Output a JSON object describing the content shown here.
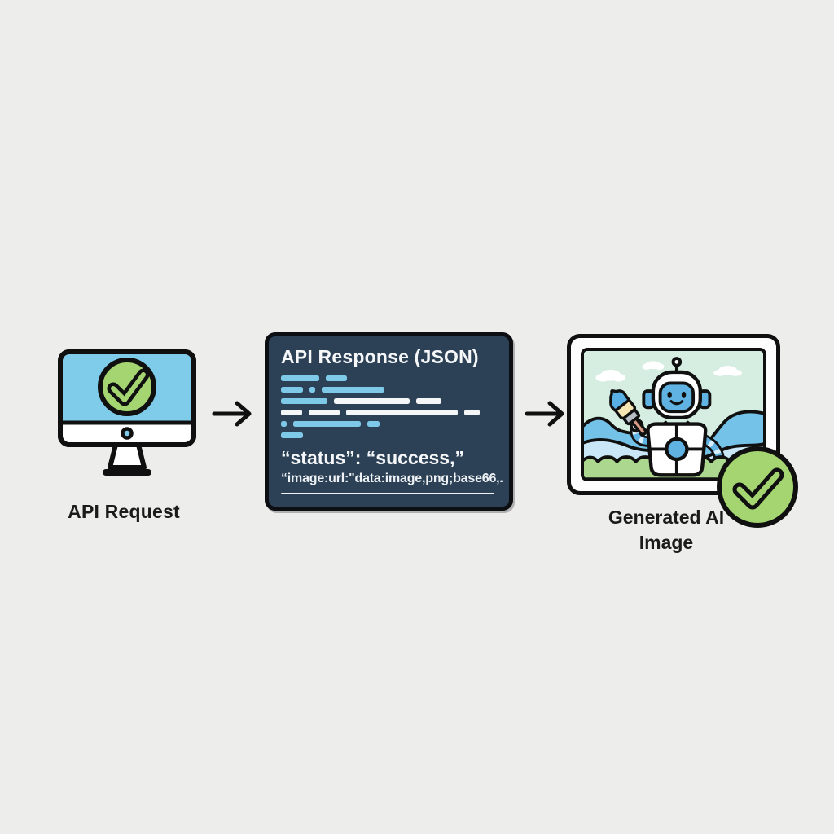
{
  "diagram_title": "API image generation flow",
  "request": {
    "label": "API Request"
  },
  "response": {
    "title": "API Response (JSON)",
    "status_line": "“status”: “success,”",
    "image_line": "“image:url:\"data:image,png;base66,.",
    "code_bars": [
      [
        {
          "c": "blue",
          "w": 47
        },
        {
          "c": "blue",
          "w": 26
        }
      ],
      [
        {
          "c": "blue",
          "w": 27
        },
        {
          "c": "blue",
          "w": 7
        },
        {
          "c": "blue",
          "w": 77
        }
      ],
      [
        {
          "c": "blue",
          "w": 57
        },
        {
          "c": "white",
          "w": 93
        },
        {
          "c": "white",
          "w": 31
        }
      ],
      [
        {
          "c": "white",
          "w": 26
        },
        {
          "c": "white",
          "w": 38
        },
        {
          "c": "white",
          "w": 137
        },
        {
          "c": "white",
          "w": 19
        }
      ],
      [
        {
          "c": "blue",
          "w": 7
        },
        {
          "c": "blue",
          "w": 83
        },
        {
          "c": "blue",
          "w": 15
        }
      ],
      [
        {
          "c": "blue",
          "w": 27
        }
      ]
    ]
  },
  "result": {
    "label_line1": "Generated AI",
    "label_line2": "Image"
  },
  "colors": {
    "background": "#ededec",
    "panel_bg": "#2c4156",
    "code_blue": "#7ec9e8",
    "code_white": "#f4f6f8",
    "check_green": "#a5d571",
    "screen_blue": "#7ecce9",
    "robot_blue": "#5fb2e2",
    "sky_mint": "#d6eee2",
    "hill_blue": "#74c2e8",
    "hill_light": "#c9e7f6",
    "bush_green": "#abd88e",
    "paint_blue": "#58afe3"
  }
}
